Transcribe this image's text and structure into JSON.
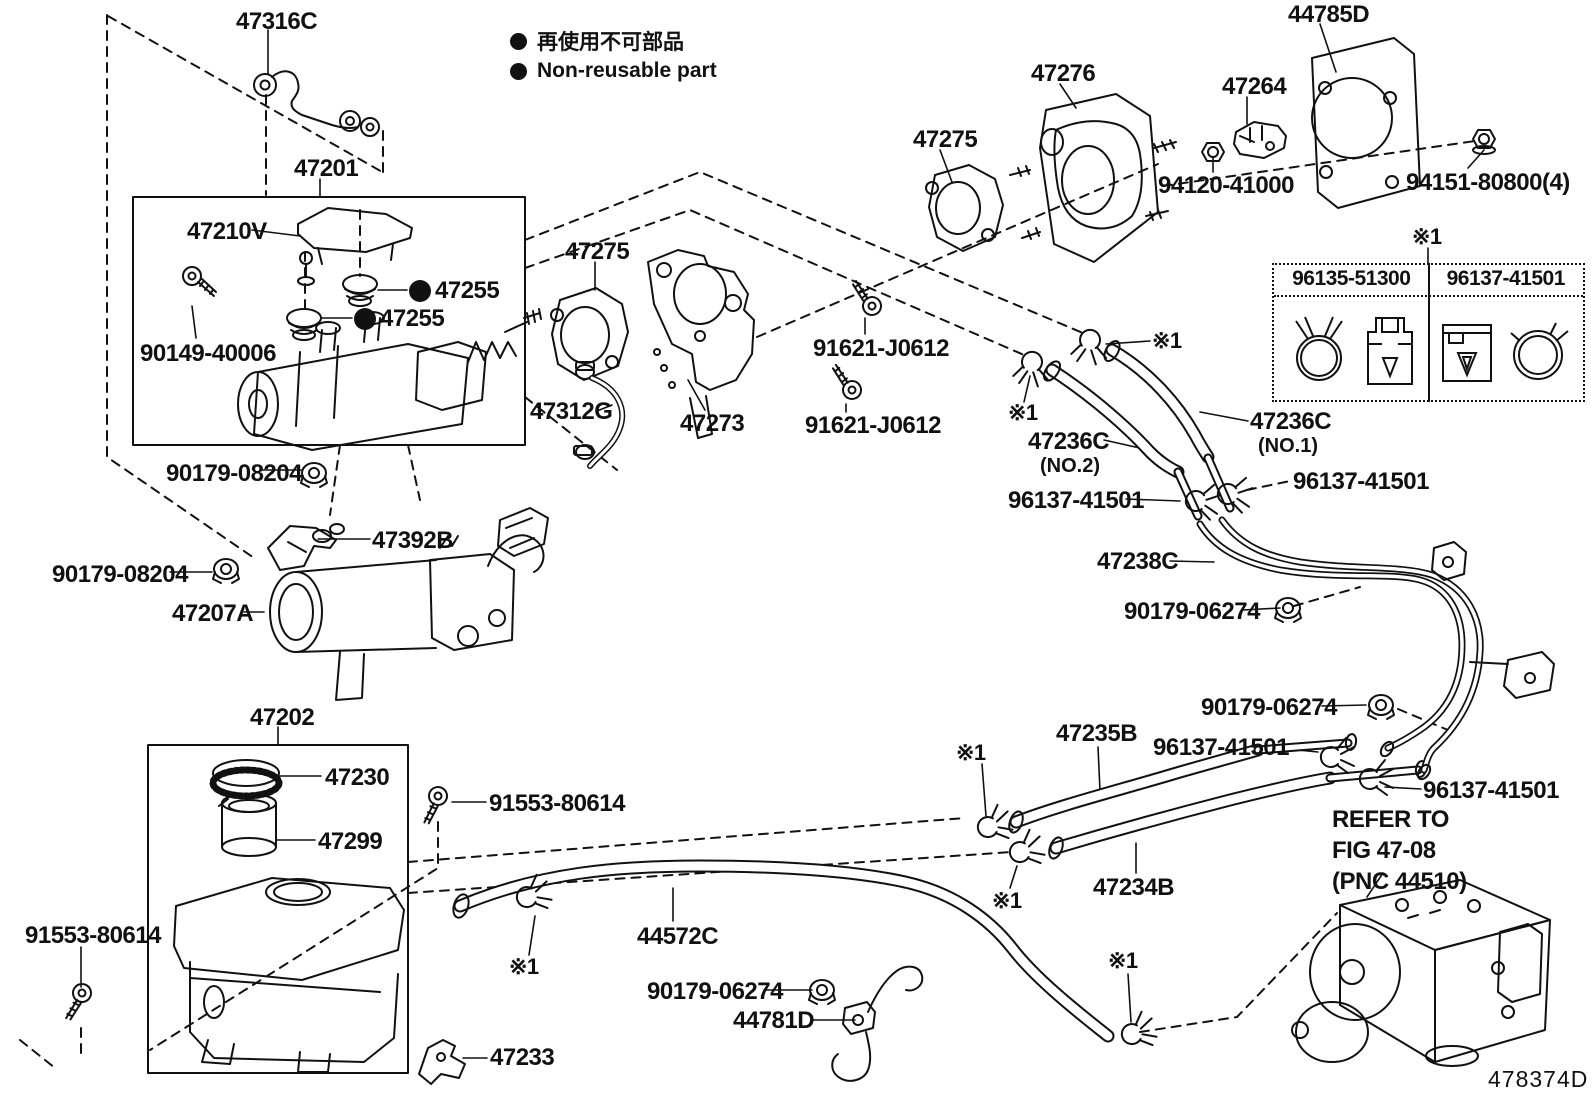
{
  "legend": {
    "jp": "再使用不可部品",
    "en": "Non-reusable part"
  },
  "ref_mark": "※1",
  "diagram_code": "478374D",
  "note": {
    "line1": "REFER TO",
    "line2": "FIG 47-08",
    "line3": "(PNC 44510)"
  },
  "table": {
    "col1": "96135-51300",
    "col2": "96137-41501"
  },
  "line_color": "#111111",
  "labels": {
    "l47316c": "47316C",
    "l47201": "47201",
    "l47210v": "47210V",
    "l47255a": "47255",
    "l47255b": "47255",
    "l90149": "90149-40006",
    "l90179_08204a": "90179-08204",
    "l90179_08204b": "90179-08204",
    "l47392b": "47392B",
    "l47207a": "47207A",
    "l47202": "47202",
    "l47230": "47230",
    "l47299": "47299",
    "l91553a": "91553-80614",
    "l91553b": "91553-80614",
    "l47233": "47233",
    "l44572c": "44572C",
    "l44781d": "44781D",
    "l47275tr": "47275",
    "l47275mid": "47275",
    "l47276": "47276",
    "l47264": "47264",
    "l44785d": "44785D",
    "l94120": "94120-41000",
    "l94151": "94151-80800(4)",
    "l47312g": "47312G",
    "l47273": "47273",
    "l91621a": "91621-J0612",
    "l91621b": "91621-J0612",
    "l47236c1": "47236C",
    "l47236c1s": "(NO.1)",
    "l47236c2": "47236C",
    "l47236c2s": "(NO.2)",
    "l96137a": "96137-41501",
    "l96137b": "96137-41501",
    "l96137c": "96137-41501",
    "l96137d": "96137-41501",
    "l47238c": "47238C",
    "l90179_06274a": "90179-06274",
    "l90179_06274b": "90179-06274",
    "l90179_06274c": "90179-06274",
    "l47235b": "47235B",
    "l47234b": "47234B"
  }
}
